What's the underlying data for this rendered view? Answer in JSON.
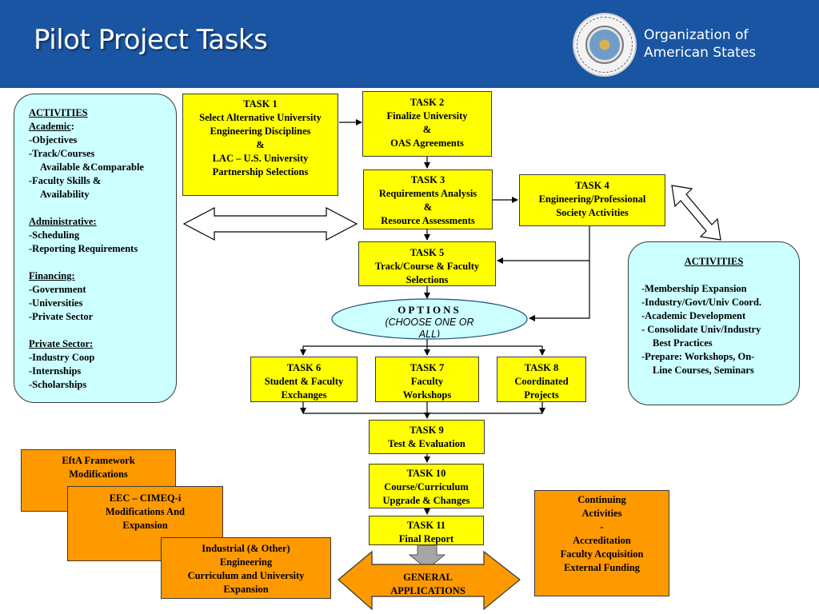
{
  "header": {
    "title": "Pilot Project Tasks",
    "org_line1": "Organization of",
    "org_line2": "American States",
    "bar_color": "#1a55a3",
    "seal_icon": "oas-seal-icon"
  },
  "left_panel": {
    "heading": "ACTIVITIES",
    "academic_label": "Academic",
    "academic_colon": ":",
    "academic_items": [
      "-Objectives",
      "-Track/Courses",
      "Available &Comparable",
      "-Faculty Skills &",
      "Availability"
    ],
    "admin_label": "Administrative:",
    "admin_items": [
      "-Scheduling",
      "-Reporting Requirements"
    ],
    "finance_label": "Financing:",
    "finance_items": [
      "-Government",
      "-Universities",
      "-Private Sector"
    ],
    "private_label": "Private Sector:",
    "private_items": [
      "-Industry Coop",
      "-Internships",
      "-Scholarships"
    ]
  },
  "right_panel": {
    "heading": "ACTIVITIES",
    "items": [
      "-Membership Expansion",
      "-Industry/Govt/Univ Coord.",
      "-Academic Development",
      "- Consolidate Univ/Industry",
      "Best Practices",
      "-Prepare: Workshops, On-",
      "Line Courses, Seminars"
    ]
  },
  "tasks": {
    "t1": [
      "TASK 1",
      "Select Alternative University",
      "Engineering Disciplines",
      "&",
      "LAC – U.S. University",
      "Partnership Selections"
    ],
    "t2": [
      "TASK 2",
      "Finalize University",
      "&",
      "OAS Agreements"
    ],
    "t3": [
      "TASK 3",
      "Requirements Analysis",
      "&",
      "Resource Assessments"
    ],
    "t4": [
      "TASK 4",
      "Engineering/Professional",
      "Society Activities"
    ],
    "t5": [
      "TASK 5",
      "Track/Course & Faculty",
      "Selections"
    ],
    "t6": [
      "TASK 6",
      "Student & Faculty",
      "Exchanges"
    ],
    "t7": [
      "TASK 7",
      "Faculty",
      "Workshops"
    ],
    "t8": [
      "TASK 8",
      "Coordinated",
      "Projects"
    ],
    "t9": [
      "TASK 9",
      "Test & Evaluation"
    ],
    "t10": [
      "TASK 10",
      "Course/Curriculum",
      "Upgrade & Changes"
    ],
    "t11": [
      "TASK 11",
      "Final Report"
    ]
  },
  "options": {
    "title": "OPTIONS",
    "subtitle_line1": "(CHOOSE ONE OR",
    "subtitle_line2": "ALL)"
  },
  "orange_boxes": {
    "efta": [
      "EftA Framework",
      "Modifications"
    ],
    "eec": [
      "EEC – CIMEQ-i",
      "Modifications And",
      "Expansion"
    ],
    "industrial": [
      "Industrial (& Other)",
      "Engineering",
      "Curriculum and University",
      "Expansion"
    ],
    "general": [
      "GENERAL",
      "APPLICATIONS"
    ],
    "continuing": [
      "Continuing",
      "Activities",
      "-",
      "Accreditation",
      "Faculty Acquisition",
      "External Funding"
    ]
  },
  "colors": {
    "task_fill": "#ffff00",
    "orange_fill": "#ff9900",
    "panel_fill": "#ccffff",
    "gray_arrow": "#a6a6a6"
  }
}
